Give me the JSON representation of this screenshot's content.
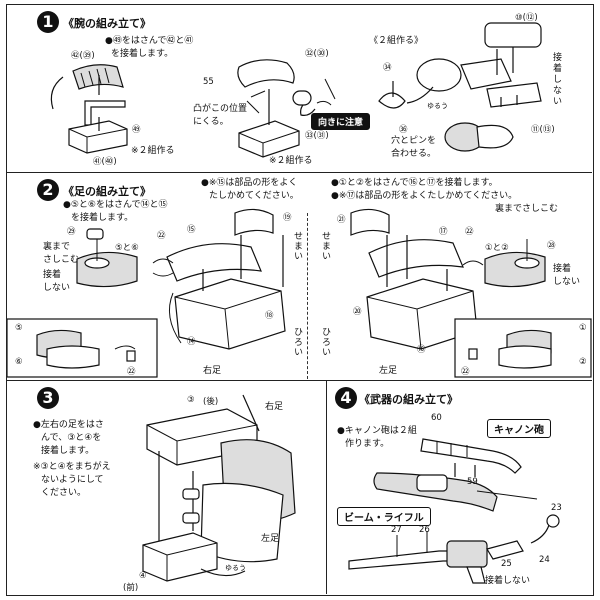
{
  "step1": {
    "num": "1",
    "title": "《腕の組み立て》",
    "instr": [
      "●㊾をはさんで㊷と㊶",
      "を接着します。"
    ],
    "parts": {
      "p42_39": "㊷(㊴)",
      "p55a": "㊾",
      "p41_40": "㊶(㊵)",
      "p55b": "55",
      "p32_30": "㉜(㉚)",
      "p33_31": "㉝(㉛)",
      "p34": "㉞",
      "p36": "㊱",
      "p10_12": "⑩(⑫)",
      "p11_13": "⑪(⑬)"
    },
    "note_pos": [
      "凸がこの位置",
      "にくる。"
    ],
    "x2a": "※２組作る",
    "x2b": "※２組作る",
    "x2c": "《２組作る》",
    "orient": "向きに注意",
    "adhere_no": [
      "接",
      "着",
      "し",
      "な",
      "い"
    ],
    "hole_pin": [
      "穴とピンを",
      "合わせる。"
    ],
    "yuruu": "ゆるう"
  },
  "step2": {
    "num": "2",
    "title": "《足の組み立て》",
    "instr_l": [
      "●⑤と⑥をはさんで⑭と⑮",
      "を接着します。"
    ],
    "instr_c": [
      "●※⑮は部品の形をよく",
      "たしかめてください。"
    ],
    "instr_r": [
      "●①と②をはさんで⑯と⑰を接着します。",
      "●※⑰は部品の形をよくたしかめてください。"
    ],
    "ura": [
      "裏まで",
      "さしこむ"
    ],
    "adhere_no_l": [
      "接着",
      "しない"
    ],
    "adhere_no_r": [
      "接着",
      "しない"
    ],
    "ura_r": "裏までさしこむ",
    "semai": "せまい",
    "hiroi": "ひろい",
    "right_leg": "右足",
    "left_leg": "左足",
    "parts": {
      "p29": "㉙",
      "p5_6": "⑤と⑥",
      "p22a": "㉒",
      "p15": "⑮",
      "p19": "⑲",
      "p14": "⑭",
      "p18": "⑱",
      "p5": "⑤",
      "p6": "⑥",
      "p22b": "㉒",
      "p21": "㉑",
      "p17": "⑰",
      "p22c": "㉒",
      "p1_2": "①と②",
      "p28": "㉘",
      "p20": "⑳",
      "p16": "⑯",
      "p1": "①",
      "p2": "②",
      "p22d": "㉒"
    }
  },
  "step3": {
    "num": "3",
    "instr": [
      "●左右の足をはさ",
      "んで、③と④を",
      "接着します。",
      "※③と④をまちがえ",
      "ないようにして",
      "ください。"
    ],
    "p3": "③",
    "back": "(後)",
    "p4": "④",
    "front": "(前)",
    "right_leg": "右足",
    "left_leg": "左足",
    "yuruu": "ゆるう"
  },
  "step4": {
    "num": "4",
    "title": "《武器の組み立て》",
    "instr": [
      "●キャノン砲は２組",
      "作ります。"
    ],
    "cannon": "キャノン砲",
    "beam": "ビーム・ライフル",
    "p60": "60",
    "p59": "59",
    "p27": "27",
    "p26": "26",
    "p23": "23",
    "p25": "25",
    "p24": "24",
    "adhere_no": "接着しない"
  }
}
